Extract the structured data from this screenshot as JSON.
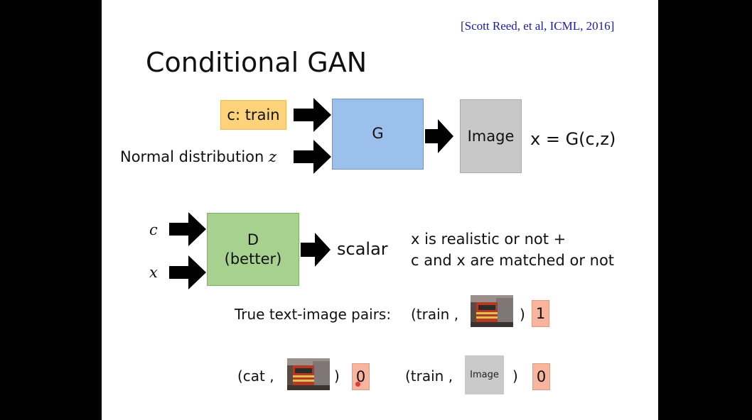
{
  "citation": "[Scott Reed, et al, ICML, 2016]",
  "title": "Conditional GAN",
  "generator": {
    "condition_label": "c: train",
    "noise_label": "Normal distribution",
    "noise_var": "z",
    "box_label": "G",
    "output_label": "Image",
    "equation": "x = G(c,z)"
  },
  "discriminator": {
    "input_c": "c",
    "input_x": "x",
    "box_line1": "D",
    "box_line2": "(better)",
    "output_label": "scalar",
    "description_line1": "x is realistic or not +",
    "description_line2": "c and x are matched or not"
  },
  "examples": {
    "true_pairs_label": "True text-image pairs:",
    "true_pair_open": "(train ,",
    "true_pair_close": ")",
    "true_label": "1",
    "fake1_open": "(cat ,",
    "fake1_close": ")",
    "fake1_label": "0",
    "fake2_open": "(train ,",
    "fake2_image_label": "Image",
    "fake2_close": ")",
    "fake2_label": "0"
  },
  "colors": {
    "condition_box": "#fcd27a",
    "generator_box": "#9cc0ec",
    "image_box": "#c8c8c8",
    "discriminator_box": "#a7d18f",
    "label_box": "#f9b49d",
    "citation_text": "#1a1aaa"
  },
  "icons": [
    "right-arrow-icon",
    "train-photo"
  ]
}
